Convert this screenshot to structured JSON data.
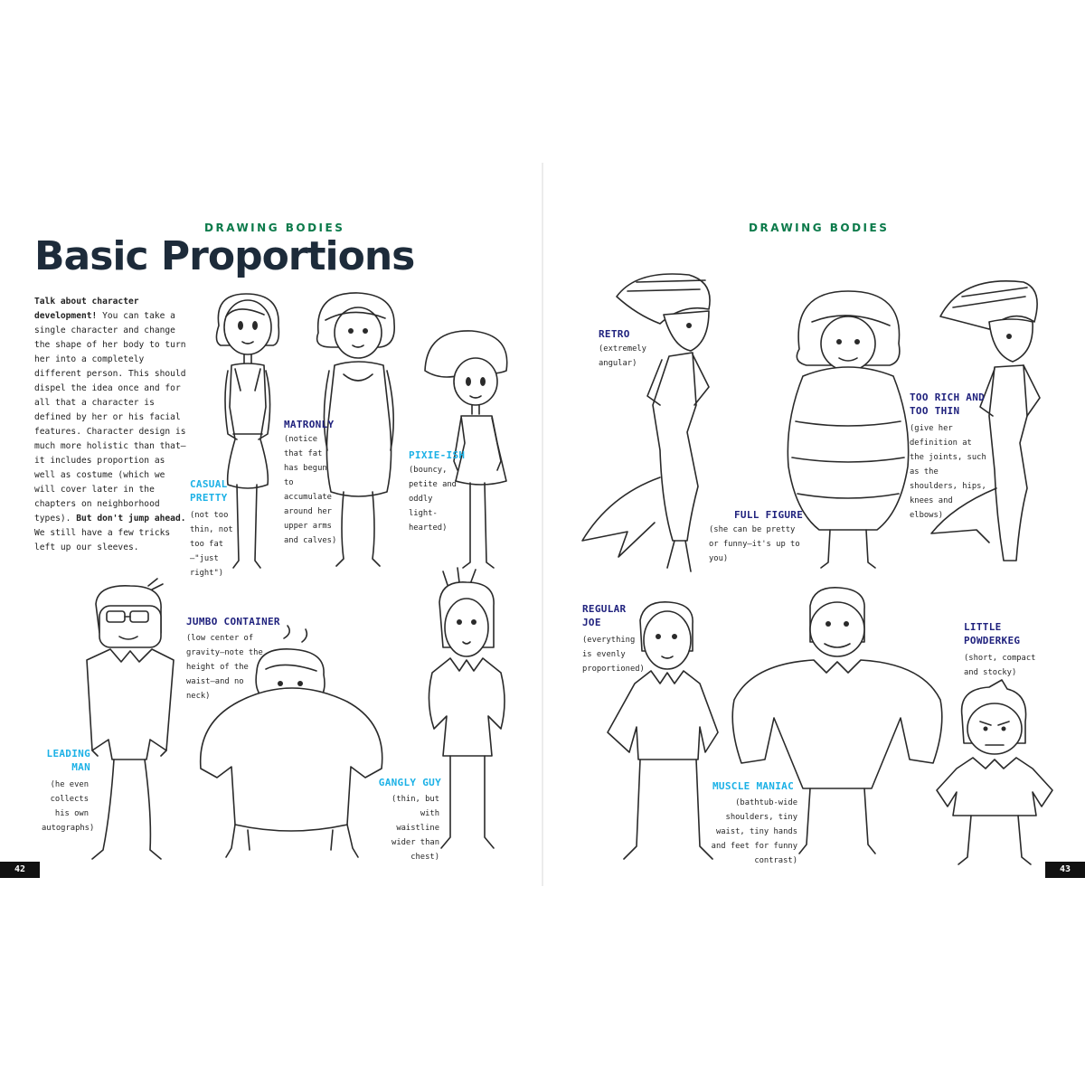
{
  "left_page": {
    "section_header": "DRAWING BODIES",
    "title": "Basic Proportions",
    "intro": {
      "lead": "Talk about character development!",
      "body": " You can take a single character and change the shape of her body to turn her into a completely different person. This should dispel the idea once and for all that a character is defined by her or his facial features. Character design is much more holistic than that—it includes proportion as well as costume (which we will cover later in the chapters on neighborhood types).",
      "emphasis": "But don't jump ahead.",
      "tail": " We still have a few tricks left up our sleeves."
    },
    "labels": {
      "casual_pretty": {
        "title": "CASUAL PRETTY",
        "note": "(not too thin, not too fat—\"just right\")"
      },
      "matronly": {
        "title": "MATRONLY",
        "note": "(notice that fat has begun to accumulate around her upper arms and calves)"
      },
      "pixie_ish": {
        "title": "PIXIE-ISH",
        "note": "(bouncy, petite and oddly light-hearted)"
      },
      "jumbo_container": {
        "title": "JUMBO CONTAINER",
        "note": "(low center of gravity—note the height of the waist—and no neck)"
      },
      "leading_man": {
        "title": "LEADING MAN",
        "note": "(he even collects his own autographs)"
      },
      "gangly_guy": {
        "title": "GANGLY GUY",
        "note": "(thin, but with waistline wider than chest)"
      }
    },
    "page_number": "42"
  },
  "right_page": {
    "section_header": "DRAWING BODIES",
    "labels": {
      "retro": {
        "title": "RETRO",
        "note": "(extremely angular)"
      },
      "full_figure": {
        "title": "FULL FIGURE",
        "note": "(she can be pretty or funny—it's up to you)"
      },
      "too_rich_too_thin": {
        "title": "TOO RICH AND TOO THIN",
        "note": "(give her definition at the joints, such as the shoulders, hips, knees and elbows)"
      },
      "regular_joe": {
        "title": "REGULAR JOE",
        "note": "(everything is evenly proportioned)"
      },
      "muscle_maniac": {
        "title": "MUSCLE MANIAC",
        "note": "(bathtub-wide shoulders, tiny waist, tiny hands and feet for funny contrast)"
      },
      "little_powderkeg": {
        "title": "LITTLE POWDERKEG",
        "note": "(short, compact and stocky)"
      }
    },
    "page_number": "43"
  },
  "colors": {
    "header_green": "#0b7a4a",
    "label_blue": "#1cb1e6",
    "label_navy": "#20227e",
    "title_ink": "#1d2b3a"
  },
  "figure_icons": [
    "casual-pretty-figure",
    "matronly-figure",
    "pixie-figure",
    "leading-man-figure",
    "jumbo-container-figure",
    "gangly-guy-figure",
    "retro-figure",
    "full-figure-figure",
    "too-thin-figure",
    "regular-joe-figure",
    "muscle-maniac-figure",
    "little-powderkeg-figure"
  ]
}
